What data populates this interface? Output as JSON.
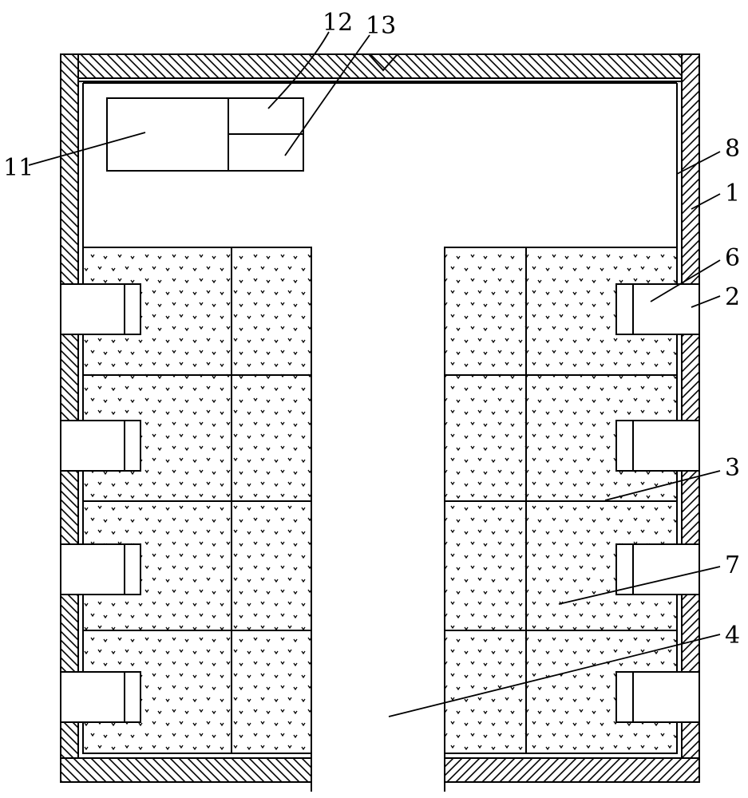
{
  "labels": {
    "l1": "1",
    "l2": "2",
    "l3": "3",
    "l4": "4",
    "l6": "6",
    "l7": "7",
    "l8": "8",
    "l11": "11",
    "l12": "12",
    "l13": "13"
  }
}
